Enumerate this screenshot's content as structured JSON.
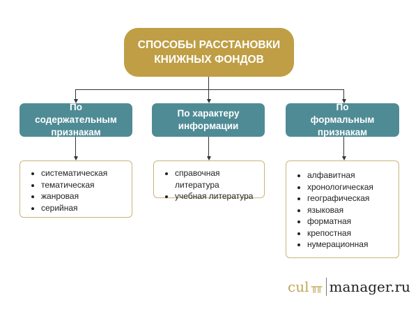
{
  "root": "СПОСОБЫ РАССТАНОВКИ КНИЖНЫХ ФОНДОВ",
  "categories": [
    {
      "title": "По содержательным признакам",
      "items": [
        "систематическая",
        "тематическая",
        "жанровая",
        "серийная"
      ]
    },
    {
      "title": "По характеру информации",
      "items": [
        "справочная литература",
        "учебная литература"
      ]
    },
    {
      "title": "По формальным признакам",
      "items": [
        "алфавитная",
        "хронологическая",
        "географическая",
        "языковая",
        "форматная",
        "крепостная",
        "нумерационная"
      ]
    }
  ],
  "logo": {
    "left": "cul",
    "right": "manager.ru"
  },
  "colors": {
    "root": "#bf9e45",
    "category": "#4f8b95",
    "list_border": "#c9b47a"
  }
}
